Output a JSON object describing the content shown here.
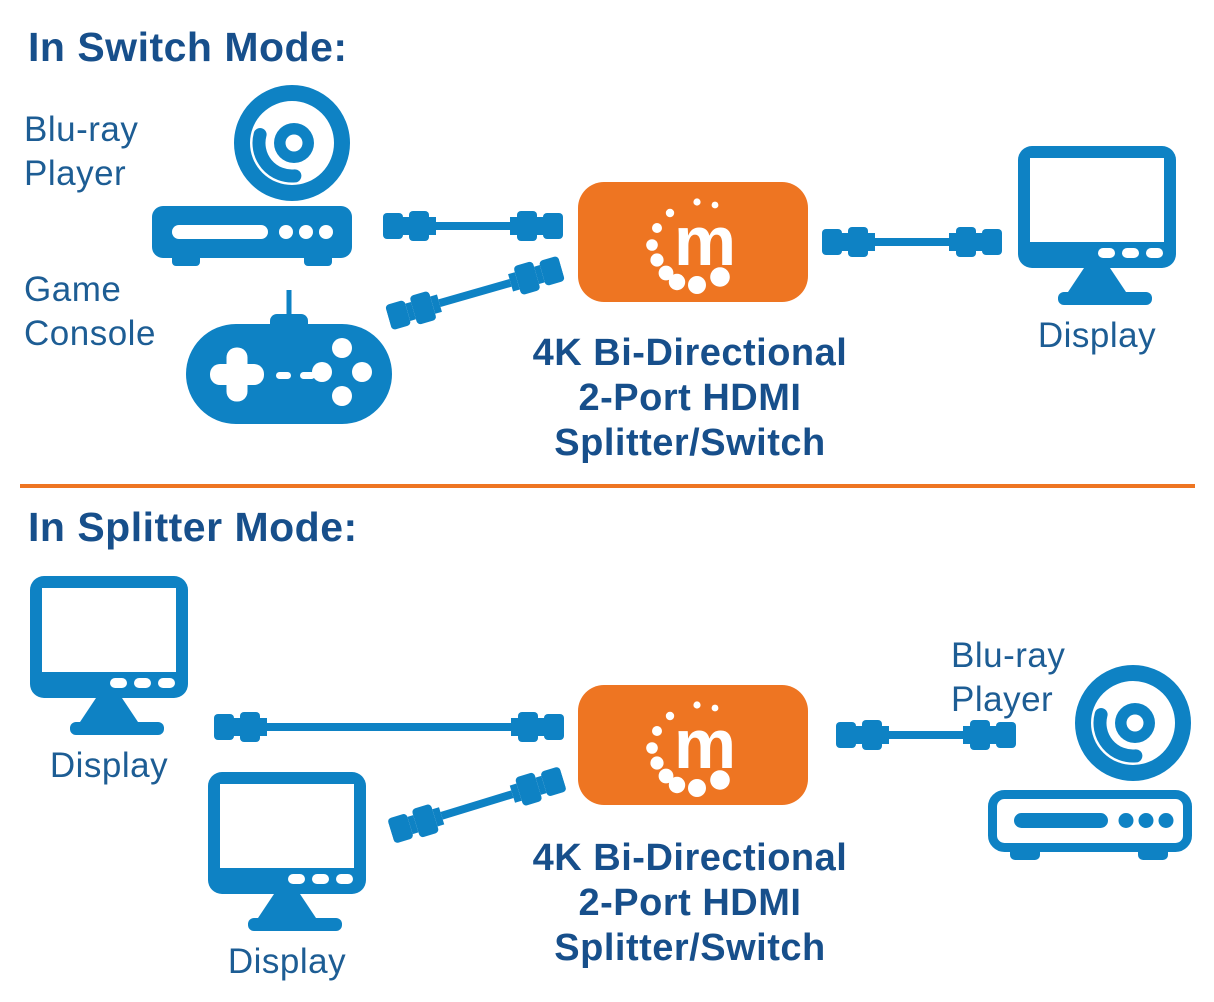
{
  "colors": {
    "heading": "#174f8b",
    "label": "#1d5d94",
    "icon_blue": "#0e82c4",
    "orange": "#ee7522"
  },
  "brand": {
    "logo_letter": "m"
  },
  "switch_mode": {
    "heading": "In Switch Mode:",
    "source1": {
      "line1": "Blu-ray",
      "line2": "Player"
    },
    "source2": {
      "line1": "Game",
      "line2": "Console"
    },
    "display_label": "Display",
    "caption": {
      "line1": "4K Bi-Directional",
      "line2": "2-Port HDMI",
      "line3": "Splitter/Switch"
    }
  },
  "splitter_mode": {
    "heading": "In Splitter Mode:",
    "display1_label": "Display",
    "display2_label": "Display",
    "source": {
      "line1": "Blu-ray",
      "line2": "Player"
    },
    "caption": {
      "line1": "4K Bi-Directional",
      "line2": "2-Port HDMI",
      "line3": "Splitter/Switch"
    }
  }
}
